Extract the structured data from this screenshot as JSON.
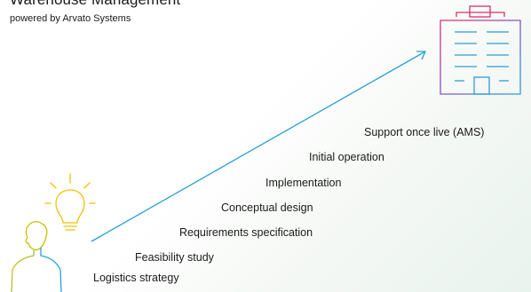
{
  "header": {
    "title": "Warehouse Management",
    "subtitle": "powered by Arvato Systems"
  },
  "steps": [
    {
      "label": "Logistics strategy"
    },
    {
      "label": "Feasibility study"
    },
    {
      "label": "Requirements specification"
    },
    {
      "label": "Conceptual design"
    },
    {
      "label": "Implementation"
    },
    {
      "label": "Initial operation"
    },
    {
      "label": "Support once live (AMS)"
    }
  ],
  "icons": {
    "start": "person-with-lightbulb-icon",
    "end": "warehouse-building-icon"
  },
  "colors": {
    "arrow": "#2a9fd6",
    "gradient_yellow": "#f2c200",
    "gradient_red": "#d6336c",
    "gradient_blue": "#2a9fd6",
    "text": "#1a1a1a"
  }
}
